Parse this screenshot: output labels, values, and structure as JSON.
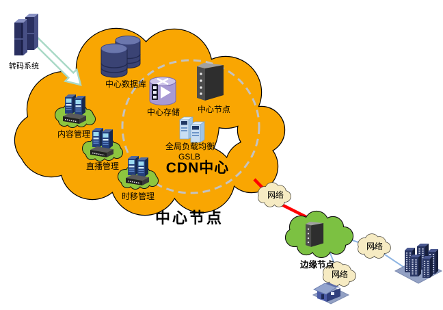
{
  "diagram": {
    "labels": {
      "transcoder": "转码系统",
      "central_database": "中心数据库",
      "central_storage": "中心存储",
      "central_node": "中心节点",
      "gslb_line1": "全局负载均衡",
      "gslb_line2": "GSLB",
      "cdn_center": "CDN中心",
      "content_management": "内容管理",
      "live_management": "直播管理",
      "timeshift_management": "时移管理",
      "central_node_caption": "中心节点",
      "edge_node": "边缘节点",
      "network_labels": [
        "网络",
        "网络",
        "网络"
      ]
    },
    "colors": {
      "center_cloud": "#F9A602",
      "cluster_cloud": "#8DC63F",
      "edge_cloud": "#7CC142",
      "network_cloud": "#F6EBC3",
      "backbone_link": "#FF0000",
      "access_link": "#8DB4E2",
      "dashed_ring": "#C3C3C3",
      "arrow_fill": "#FFFFFF",
      "arrow_outline": "#A9D9C6"
    },
    "icons": {
      "transcoder": "server-rack-icon",
      "central_database": "database-cylinders-icon",
      "central_storage": "media-storage-cylinder-icon",
      "central_node": "server-tower-icon",
      "gslb": "load-balancer-servers-icon",
      "management_cluster": "cloud-server-cluster-icon",
      "edge_node": "server-tower-icon",
      "city": "city-buildings-icon",
      "home": "house-icon",
      "ingest": "arrow-down-right-icon"
    }
  }
}
